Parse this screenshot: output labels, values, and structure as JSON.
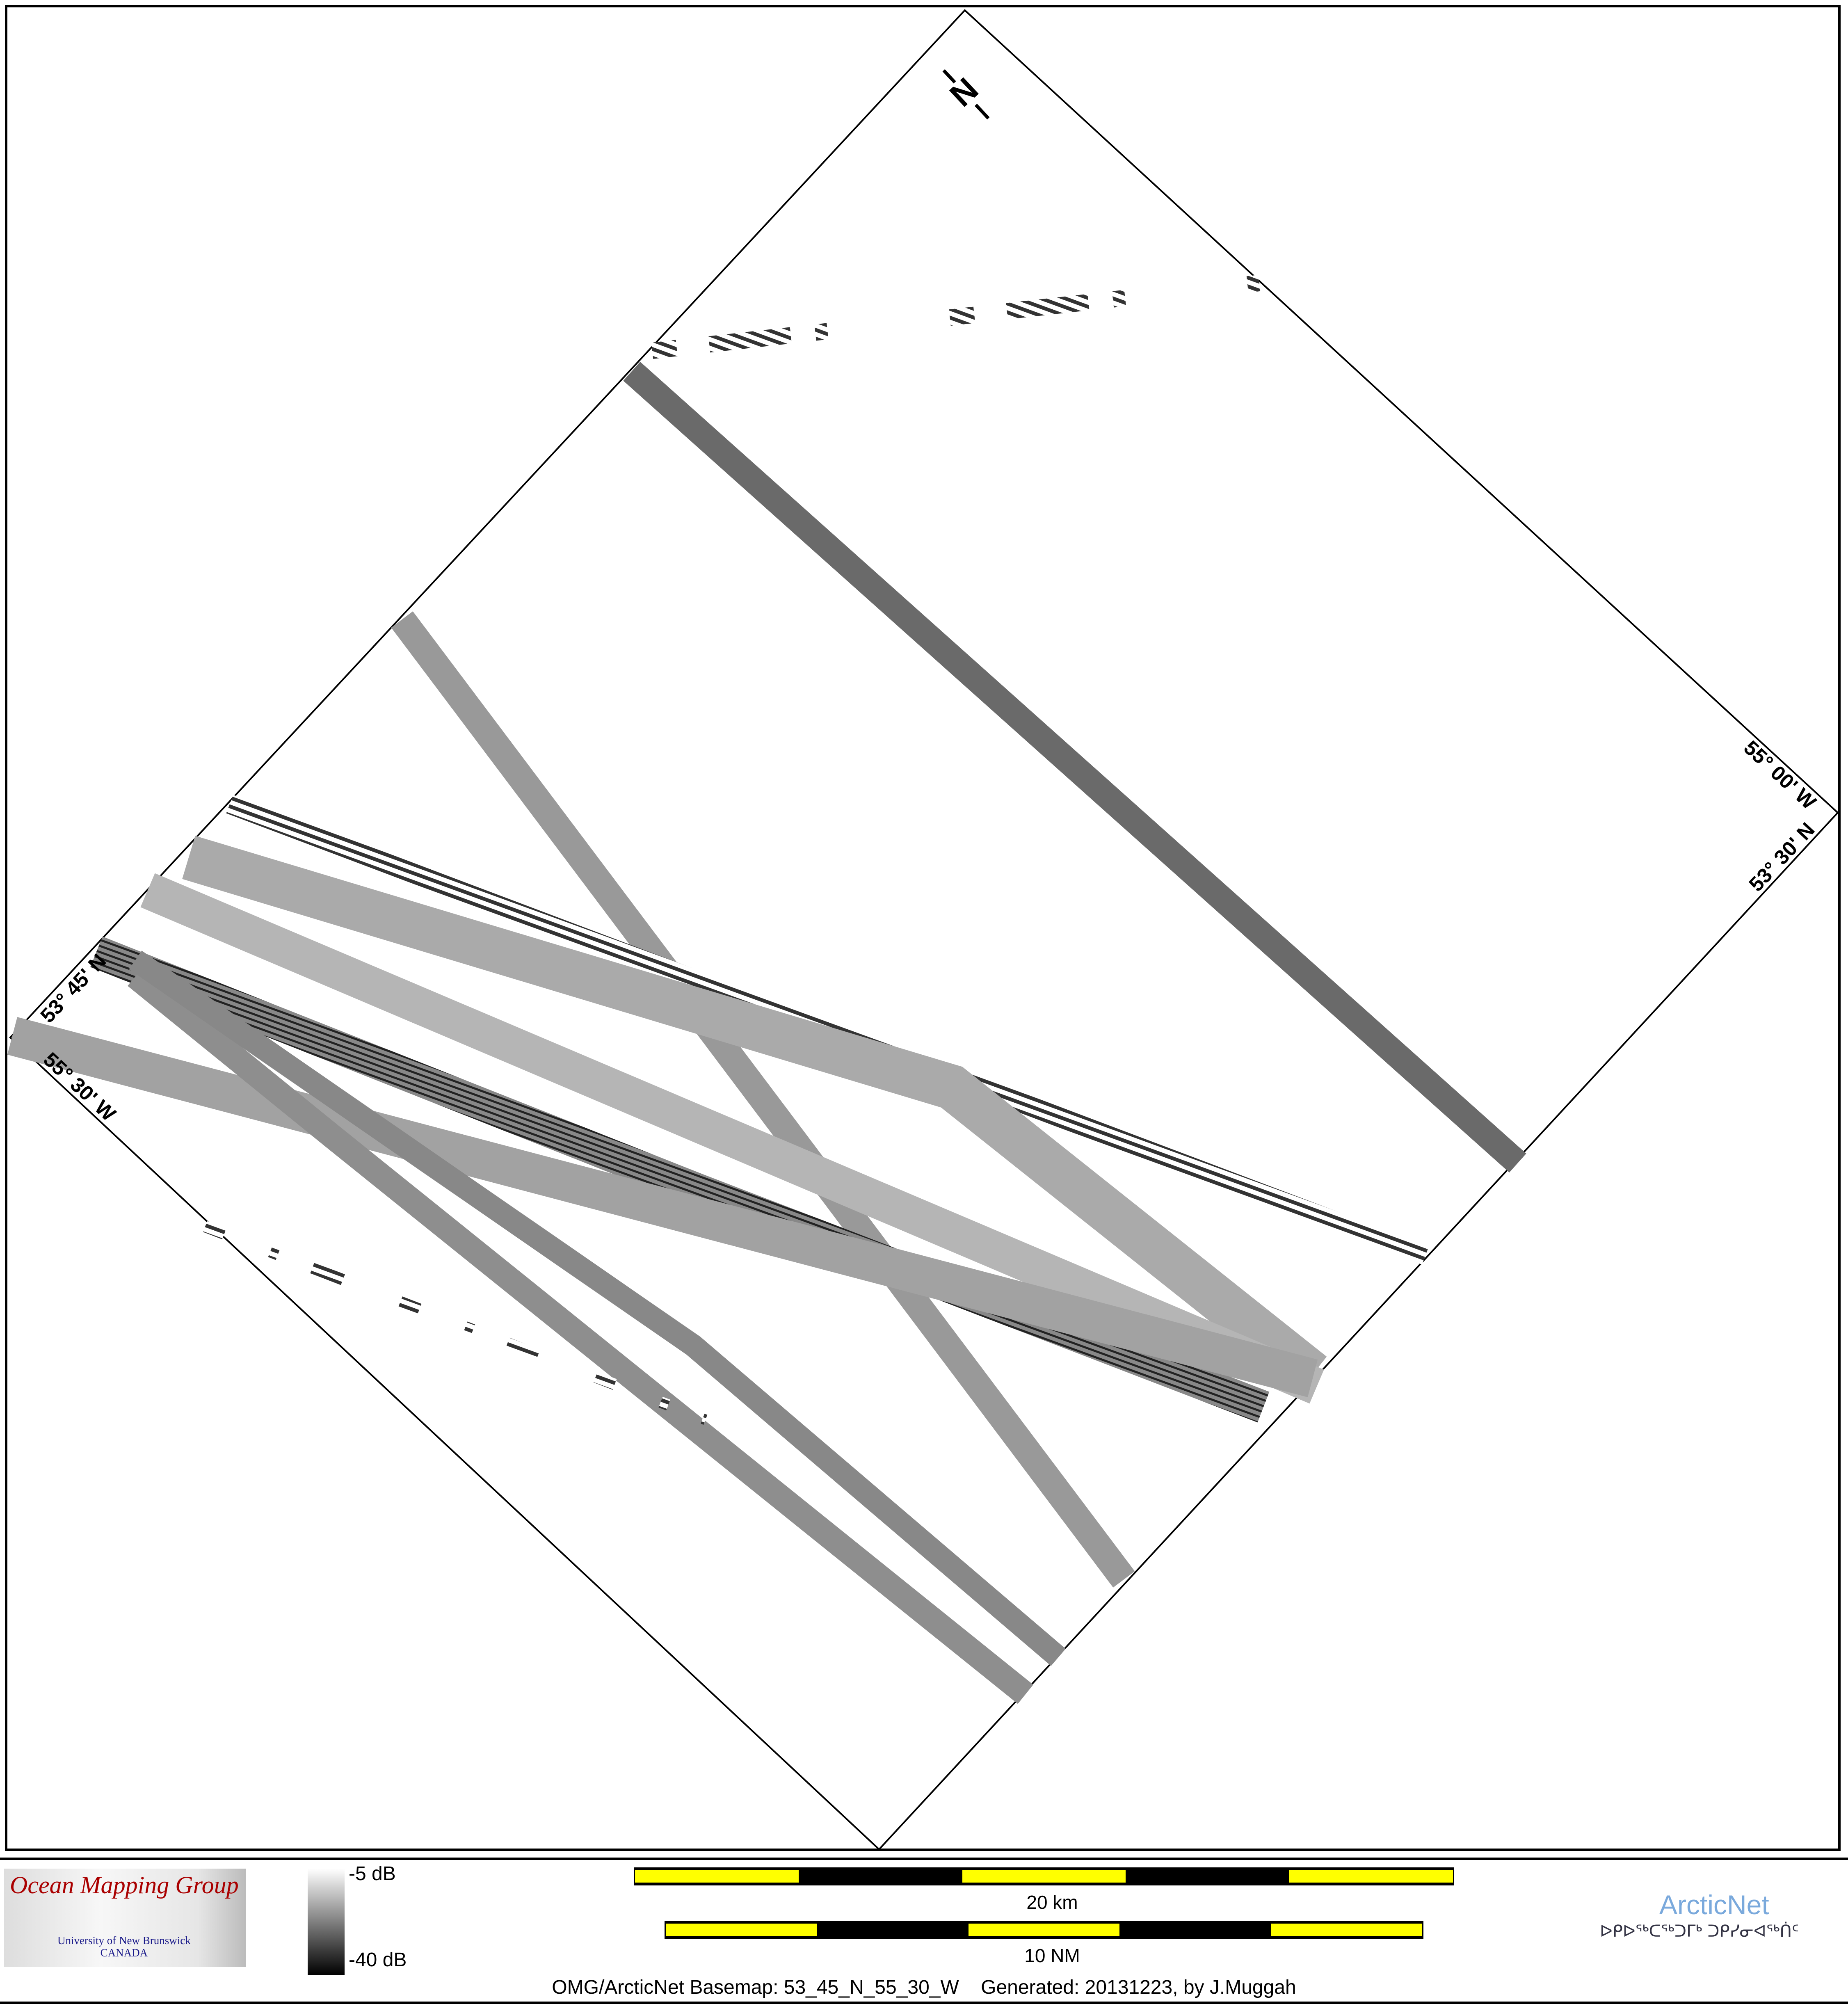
{
  "map": {
    "labels": {
      "ne_lon": "55° 00' W",
      "ne_lat": "53° 30' N",
      "sw_lat": "53° 45' N",
      "sw_lon": "55° 30' W"
    },
    "north_arrow": "N"
  },
  "legend": {
    "logo_title": "Ocean Mapping Group",
    "logo_university": "University of New Brunswick",
    "logo_country": "CANADA",
    "colorbar_max": "-5 dB",
    "colorbar_min": "-40 dB",
    "scale_km": "20 km",
    "scale_nm": "10 NM",
    "arcticnet": "ArcticNet",
    "arcticnet_syllabics": "ᐅᑭᐅᖅᑕᖅᑐᒥᒃ ᑐᑭᓯᓂᐊᖅᑏᑦ",
    "colors": {
      "scale_yellow": "#ffff00",
      "arcticnet_blue": "#7aa9dc",
      "omg_red": "#aa0000"
    }
  },
  "credit": "OMG/ArcticNet Basemap: 53_45_N_55_30_W    Generated: 20131223, by J.Muggah"
}
